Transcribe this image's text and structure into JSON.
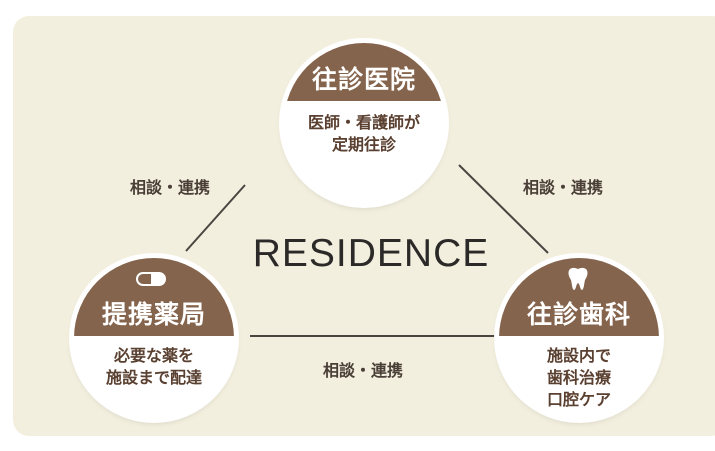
{
  "diagram": {
    "center_text": "RESIDENCE",
    "nodes": {
      "top": {
        "title": "往診医院",
        "lines": [
          "医師・看護師が",
          "定期往診"
        ]
      },
      "left": {
        "title": "提携薬局",
        "icon": "pill-icon",
        "lines": [
          "必要な薬を",
          "施設まで配達"
        ]
      },
      "right": {
        "title": "往診歯科",
        "icon": "tooth-icon",
        "lines": [
          "施設内で",
          "歯科治療",
          "口腔ケア"
        ]
      }
    },
    "edges": {
      "top_left": "相談・連携",
      "top_right": "相談・連携",
      "bottom": "相談・連携"
    }
  },
  "colors": {
    "background": "#f3efdf",
    "node_header": "#85644d",
    "node_text": "#5a4030",
    "line": "#4a4540"
  }
}
